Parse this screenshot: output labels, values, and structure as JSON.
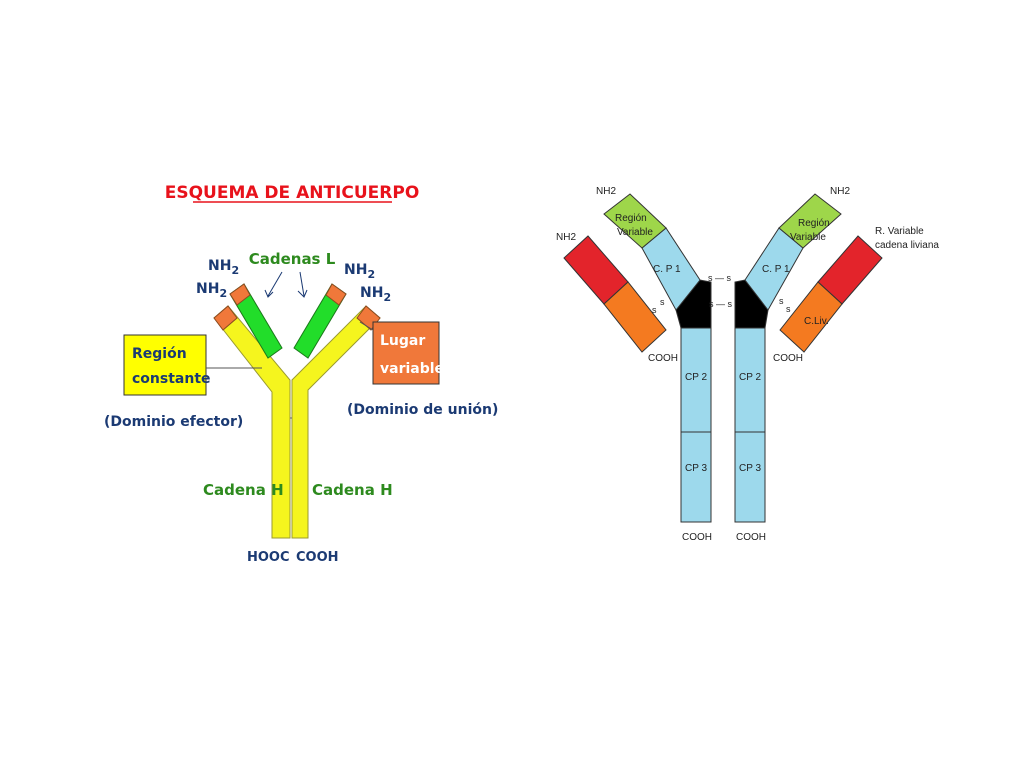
{
  "left": {
    "title": "ESQUEMA DE ANTICUERPO",
    "nh2_outer_left": "NH",
    "nh2_inner_left": "NH",
    "nh2_inner_right": "NH",
    "nh2_outer_right": "NH",
    "nh2_subscript": "2",
    "light_chains": "Cadenas L",
    "constant_region_line1": "Región",
    "constant_region_line2": "constante",
    "effector_domain": "(Dominio efector)",
    "variable_site_line1": "Lugar",
    "variable_site_line2": "variable",
    "binding_domain": "(Dominio de unión)",
    "heavy_chain_left": "Cadena H",
    "heavy_chain_right": "Cadena H",
    "hooc": "HOOC",
    "cooh": "COOH"
  },
  "right": {
    "nh2_top_left": "NH2",
    "nh2_top_right": "NH2",
    "nh2_light_left": "NH2",
    "variable_region_left_line1": "Región",
    "variable_region_left_line2": "Variable",
    "variable_region_right_line1": "Región",
    "variable_region_right_line2": "Variable",
    "cp1_left": "C. P 1",
    "cp1_right": "C. P 1",
    "cp2_left": "CP 2",
    "cp2_right": "CP 2",
    "cp3_left": "CP 3",
    "cp3_right": "CP 3",
    "light_variable_line1": "R. Variable",
    "light_variable_line2": "cadena liviana",
    "light_constant": "C.Liv.",
    "cooh_light_left": "COOH",
    "cooh_light_right": "COOH",
    "cooh_heavy_left": "COOH",
    "cooh_heavy_right": "COOH",
    "disulfide": "s",
    "disulfide_dash": "s — s"
  },
  "colors": {
    "heavy_yellow": "#f5f51e",
    "light_green": "#22dd2a",
    "variable_orange": "#f0783a",
    "title_red": "#e8121b",
    "label_green": "#2d8a1e",
    "label_navy": "#1b3a73",
    "constant_box": "#ffff00",
    "site_box": "#f0783a",
    "cyan": "#9dd9ec",
    "lime": "#9ed64a",
    "red": "#e3242b",
    "orange": "#f47a20",
    "black": "#000000"
  }
}
